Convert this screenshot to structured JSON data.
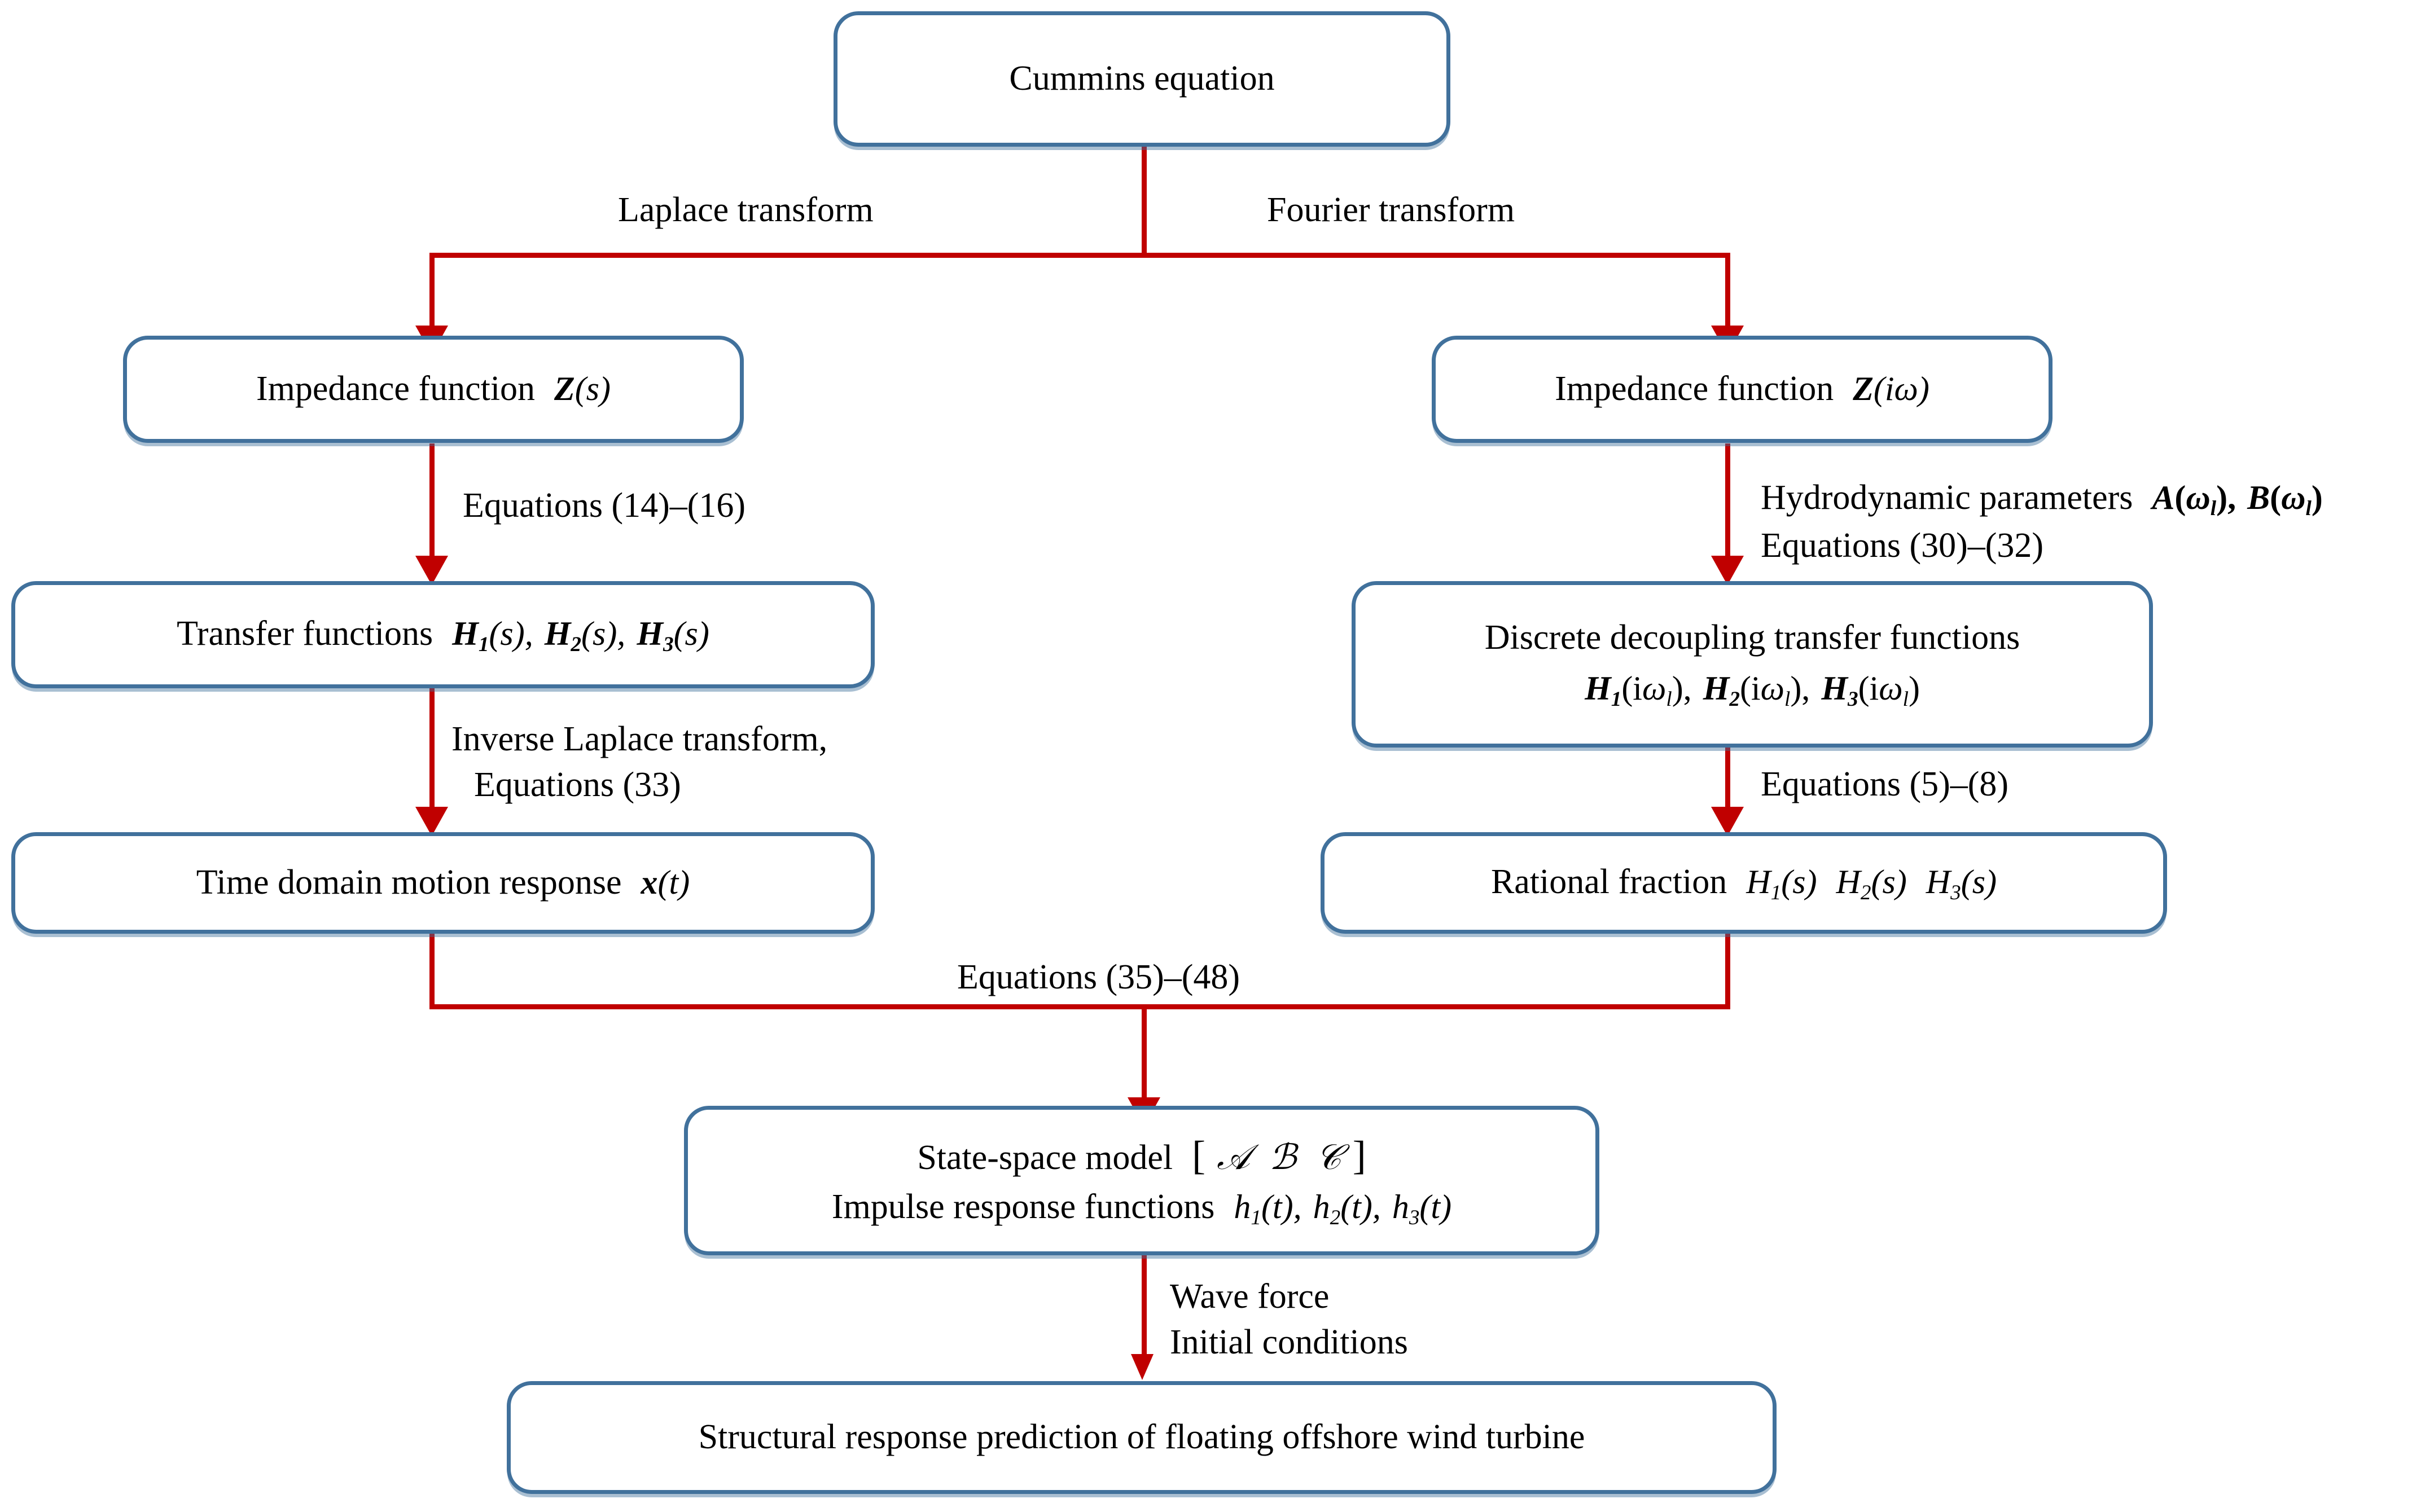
{
  "diagram": {
    "title": "Flowchart of frequency-domain to time-domain modelling of a floating offshore wind turbine",
    "colors": {
      "box_border": "#41719C",
      "arrow": "#C00000",
      "text": "#000000",
      "background": "#FFFFFF"
    }
  },
  "nodes": {
    "cummins": {
      "label": "Cummins equation"
    },
    "impedance_s": {
      "text": "Impedance function",
      "symbol": "Z",
      "arg": "(s)"
    },
    "impedance_iw": {
      "text": "Impedance function",
      "symbol": "Z",
      "arg": "(iω)"
    },
    "transfer_functions": {
      "text": "Transfer functions",
      "sym1": "H",
      "sub1": "1",
      "arg1": "(s),",
      "sym2": "H",
      "sub2": "2",
      "arg2": "(s),",
      "sym3": "H",
      "sub3": "3",
      "arg3": "(s)"
    },
    "discrete_decoupling": {
      "line1": "Discrete decoupling transfer functions",
      "sym1": "H",
      "sub1": "1",
      "arg1": "(iω",
      "argsub1": "l",
      "argend1": "),",
      "sym2": "H",
      "sub2": "2",
      "arg2": "(iω",
      "argsub2": "l",
      "argend2": "),",
      "sym3": "H",
      "sub3": "3",
      "arg3": "(iω",
      "argsub3": "l",
      "argend3": ")"
    },
    "time_domain": {
      "text": "Time domain motion response",
      "symbol": "x",
      "arg": "(t)"
    },
    "rational_fraction": {
      "text": "Rational fraction",
      "sym1": "H",
      "sub1": "1",
      "arg1": "(s)",
      "sym2": "H",
      "sub2": "2",
      "arg2": "(s)",
      "sym3": "H",
      "sub3": "3",
      "arg3": "(s)"
    },
    "state_space": {
      "line1_text": "State-space model",
      "bracket_open": "[",
      "matrix_a": "𝒜",
      "matrix_b": "ℬ",
      "matrix_c": "𝒞",
      "bracket_close": "]",
      "line2_text": "Impulse response functions",
      "sym1": "h",
      "sub1": "1",
      "arg1": "(t),",
      "sym2": "h",
      "sub2": "2",
      "arg2": "(t),",
      "sym3": "h",
      "sub3": "3",
      "arg3": "(t)"
    },
    "structural_response": {
      "label": "Structural response prediction of floating offshore wind turbine"
    }
  },
  "edge_labels": {
    "laplace": "Laplace transform",
    "fourier": "Fourier transform",
    "equations_14_16": "Equations (14)–(16)",
    "hydrodynamic": {
      "line1_text": "Hydrodynamic parameters",
      "symA": "A",
      "argA": "(ω",
      "subA": "l",
      "argA_end": ") ,",
      "symB": "B",
      "argB": "(ω",
      "subB": "l",
      "argB_end": ")",
      "line2": "Equations (30)–(32)"
    },
    "inverse_laplace": {
      "line1": "Inverse Laplace transform,",
      "line2": "Equations (33)"
    },
    "equations_5_8": "Equations (5)–(8)",
    "equations_35_48": "Equations (35)–(48)",
    "wave_force": {
      "line1": "Wave force",
      "line2": "Initial conditions"
    }
  }
}
